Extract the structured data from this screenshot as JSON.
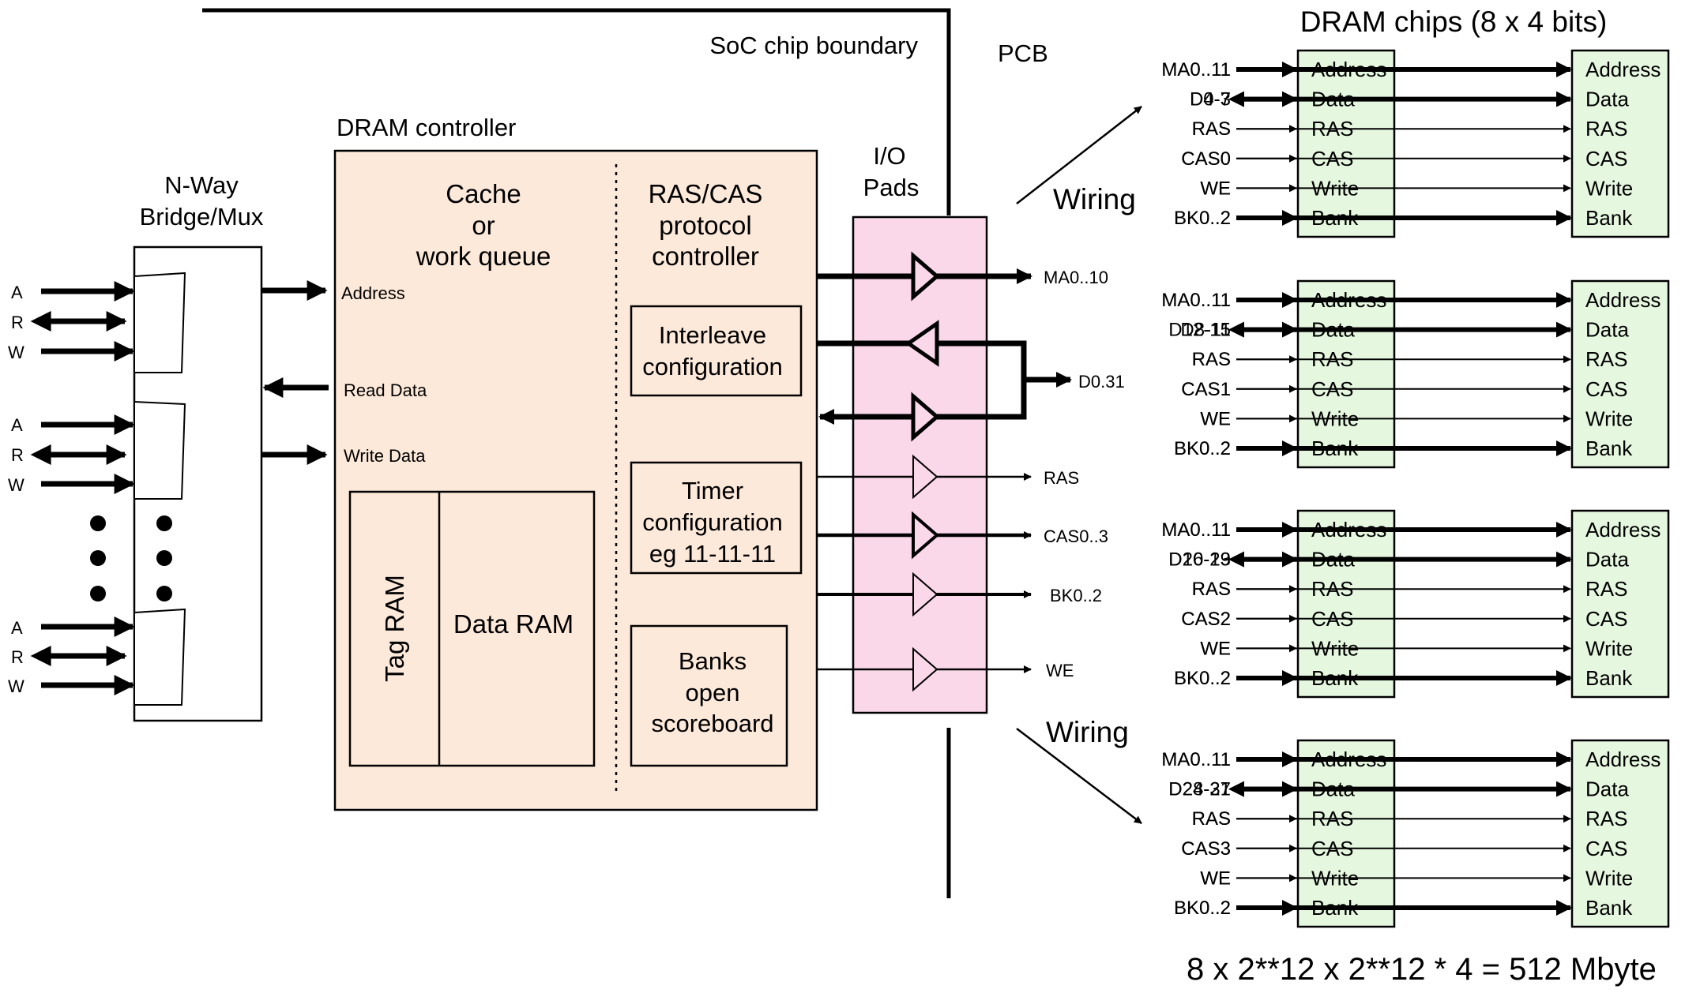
{
  "labels": {
    "soc_boundary": "SoC chip boundary",
    "pcb": "PCB",
    "dram_chips_title": "DRAM chips (8 x 4 bits)",
    "dram_controller": "DRAM controller",
    "bridge_title": [
      "N-Way",
      "Bridge/Mux"
    ],
    "cache": [
      "Cache",
      "or",
      "work queue"
    ],
    "protocol": [
      "RAS/CAS",
      "protocol",
      "controller"
    ],
    "io_pads": [
      "I/O",
      "Pads"
    ],
    "interleave": [
      "Interleave",
      "configuration"
    ],
    "timer": [
      "Timer",
      "configuration",
      "eg 11-11-11"
    ],
    "banks": [
      "Banks",
      "open",
      "scoreboard"
    ],
    "tag_ram": "Tag RAM",
    "data_ram": "Data RAM",
    "address": "Address",
    "read_data": "Read Data",
    "write_data": "Write Data",
    "wiring_top": "Wiring",
    "wiring_bottom": "Wiring",
    "formula": "8 x 2**12 x 2**12 * 4 = 512 Mbyte"
  },
  "bridge_ports": [
    [
      "A",
      "R",
      "W"
    ],
    [
      "A",
      "R",
      "W"
    ],
    [
      "A",
      "R",
      "W"
    ]
  ],
  "pad_signals": [
    "MA0..10",
    "D0.31",
    "RAS",
    "CAS0..3",
    "BK0..2",
    "WE"
  ],
  "chip_pins": [
    "Address",
    "Data",
    "RAS",
    "CAS",
    "Write",
    "Bank"
  ],
  "chips": [
    {
      "signals": [
        "MA0..11",
        "D0-3",
        "RAS",
        "CAS0",
        "WE",
        "BK0..2"
      ]
    },
    {
      "signals": [
        "MA0..11",
        "D4-7",
        "RAS",
        "CAS0",
        "WE",
        "BK0..2"
      ]
    },
    {
      "signals": [
        "MA0..11",
        "D8-11",
        "RAS",
        "CAS1",
        "WE",
        "BK0..2"
      ]
    },
    {
      "signals": [
        "MA0..11",
        "D12-15",
        "RAS",
        "CAS1",
        "WE",
        "BK0..2"
      ]
    },
    {
      "signals": [
        "MA0..11",
        "D16-19",
        "RAS",
        "CAS2",
        "WE",
        "BK0..2"
      ]
    },
    {
      "signals": [
        "MA0..11",
        "D20-23",
        "RAS",
        "CAS2",
        "WE",
        "BK0..2"
      ]
    },
    {
      "signals": [
        "MA0..11",
        "D24-27",
        "RAS",
        "CAS3",
        "WE",
        "BK0..2"
      ]
    },
    {
      "signals": [
        "MA0..11",
        "D28-31",
        "RAS",
        "CAS3",
        "WE",
        "BK0..2"
      ]
    }
  ],
  "colors": {
    "controller_fill": "#fde9d9",
    "pads_fill": "#fbd7ea",
    "chip_fill": "#e6f7e0"
  }
}
